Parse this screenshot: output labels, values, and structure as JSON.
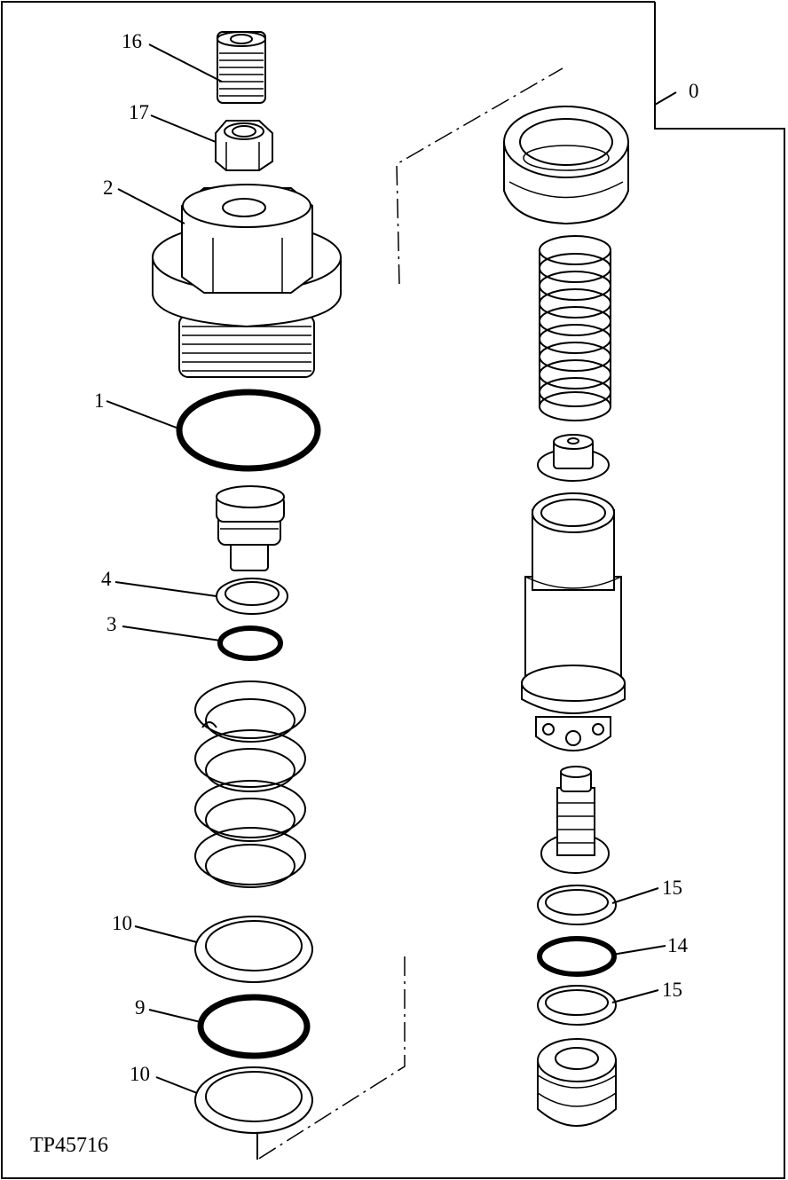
{
  "figure_id": "TP45716",
  "callouts": {
    "c16": "16",
    "c17": "17",
    "c2": "2",
    "c1": "1",
    "c4": "4",
    "c3": "3",
    "c10a": "10",
    "c9": "9",
    "c10b": "10",
    "c0": "0",
    "c15a": "15",
    "c14": "14",
    "c15b": "15"
  }
}
